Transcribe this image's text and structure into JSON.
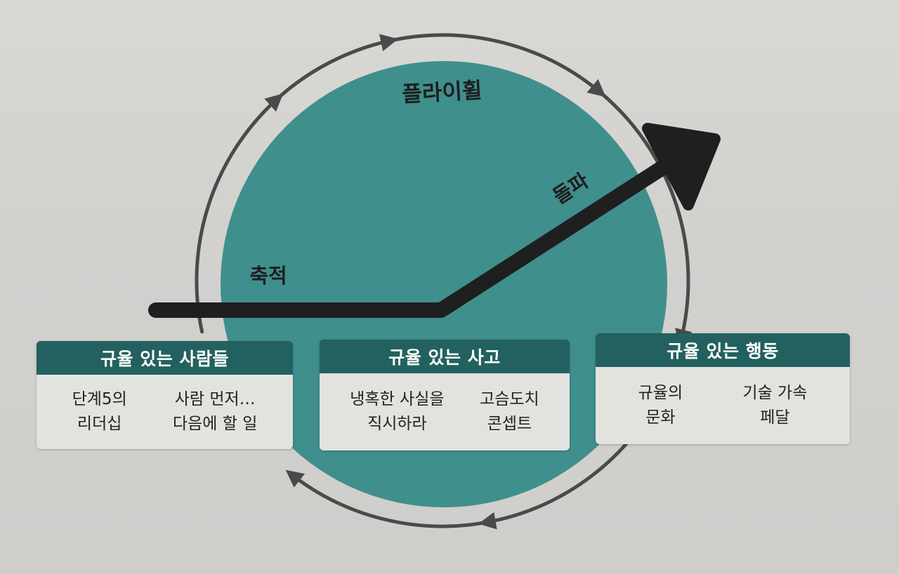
{
  "flywheel": {
    "title": "플라이휠",
    "accumulation_label": "축적",
    "breakthrough_label": "돌파"
  },
  "boxes": [
    {
      "header": "규율 있는 사람들",
      "columns": [
        {
          "lines": [
            "단계5의",
            "리더십"
          ]
        },
        {
          "lines": [
            "사람 먼저…",
            "다음에 할 일"
          ]
        }
      ]
    },
    {
      "header": "규율 있는 사고",
      "columns": [
        {
          "lines": [
            "냉혹한 사실을",
            "직시하라"
          ]
        },
        {
          "lines": [
            "고슴도치",
            "콘셉트"
          ]
        }
      ]
    },
    {
      "header": "규율 있는 행동",
      "columns": [
        {
          "lines": [
            "규율의",
            "문화"
          ]
        },
        {
          "lines": [
            "기술 가속",
            "페달"
          ]
        }
      ]
    }
  ],
  "colors": {
    "circle_fill": "#3f8f8d",
    "box_header": "#22615f",
    "box_body": "#e2e3de",
    "ring_stroke": "#4a4a4a",
    "path_stroke": "#1f1f1f"
  }
}
